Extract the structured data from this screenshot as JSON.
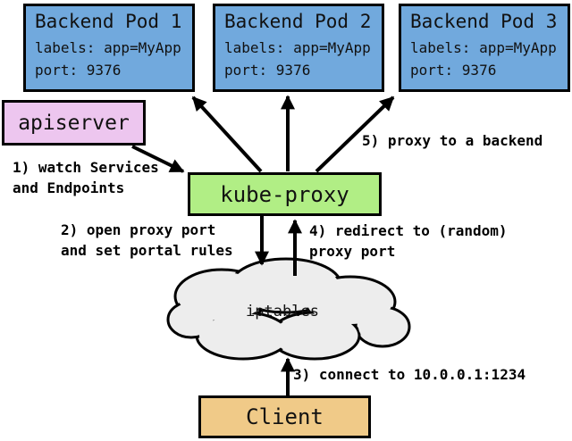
{
  "pods": [
    {
      "title": "Backend Pod 1",
      "labels_line": "labels: app=MyApp",
      "port_line": "port: 9376"
    },
    {
      "title": "Backend Pod 2",
      "labels_line": "labels: app=MyApp",
      "port_line": "port: 9376"
    },
    {
      "title": "Backend Pod 3",
      "labels_line": "labels: app=MyApp",
      "port_line": "port: 9376"
    }
  ],
  "apiserver": {
    "title": "apiserver"
  },
  "kube_proxy": {
    "title": "kube-proxy"
  },
  "iptables": {
    "title": "iptables"
  },
  "client": {
    "title": "Client"
  },
  "annotations": {
    "step1": "1) watch Services\nand Endpoints",
    "step2": "2) open proxy port\nand set portal rules",
    "step3": "3) connect to 10.0.0.1:1234",
    "step4": "4) redirect to (random)\nproxy port",
    "step5": "5) proxy to a backend"
  },
  "colors": {
    "pod-fill": "#71a9dd",
    "apiserver-fill": "#edc6ef",
    "kube-proxy-fill": "#b1ee85",
    "client-fill": "#f0ca88",
    "cloud-fill": "#ededed",
    "line": "#000000",
    "background": "#ffffff"
  }
}
